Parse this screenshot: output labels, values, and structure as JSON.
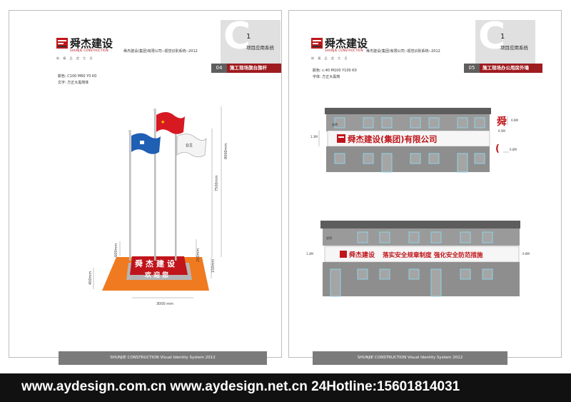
{
  "logo": {
    "brand_cn": "舜杰建设",
    "brand_en": "SHUNJIE CONSTRUCTION",
    "tagline": "筑 精 品 造 生 活"
  },
  "left": {
    "header_sub": "舜杰建设(集团)有限公司--视觉识别系统--2012",
    "page_num": "04",
    "section_letter": "C",
    "section_num": "1",
    "section_title": "项目应用系统",
    "bar_title": "施工现场旗台旗杆",
    "spec_color": "颜色: C100 M60 Y0 K0",
    "spec_font": "文字: 方正大黑简体",
    "flag_label": "业主",
    "podium_line1": "舜杰建设",
    "podium_line2": "欢迎您",
    "dim_8000": "8000mm",
    "dim_7500": "7500mm",
    "dim_600": "600mm",
    "dim_200": "200mm",
    "dim_150": "150mm",
    "dim_400": "400mm",
    "dim_3000": "3000 mm",
    "footer": "SHUNJIE CONSTRUCTION    Visual Identity System   2012"
  },
  "right": {
    "header_sub": "舜杰建设(集团)有限公司--视觉识别系统--2012",
    "page_num": "05",
    "section_letter": "C",
    "section_num": "1",
    "section_title": "项目应用系统",
    "bar_title": "施工现场办公用房外墙",
    "spec_color": "颜色: c:40  M100  Y100  K0",
    "spec_font": "字体: 方正大黑简",
    "sign1_text": "舜杰建设(集团)有限公司",
    "sign2_brand": "舜杰建设",
    "sign2_slogan": "落实安全规章制度  强化安全防范措施",
    "detail_char": "舜",
    "detail_bracket": "(",
    "dim_a": "1.3M",
    "dim_b": "0.6M",
    "dim_c": "0.5M",
    "dim_d": "0.6M",
    "label_small": "说明",
    "footer": "SHUNJIE CONSTRUCTION    Visual Identity System   2012"
  },
  "watermark": "www.aydesign.com.cn www.aydesign.net.cn 24Hotline:15601814031",
  "colors": {
    "brand_red": "#c0151b",
    "bar_red": "#9e1b1f",
    "flag_blue": "#1f5fb4",
    "base_orange": "#f07a1f",
    "building_grey": "#8a8a8a",
    "window_frame": "#8fd3e6"
  }
}
